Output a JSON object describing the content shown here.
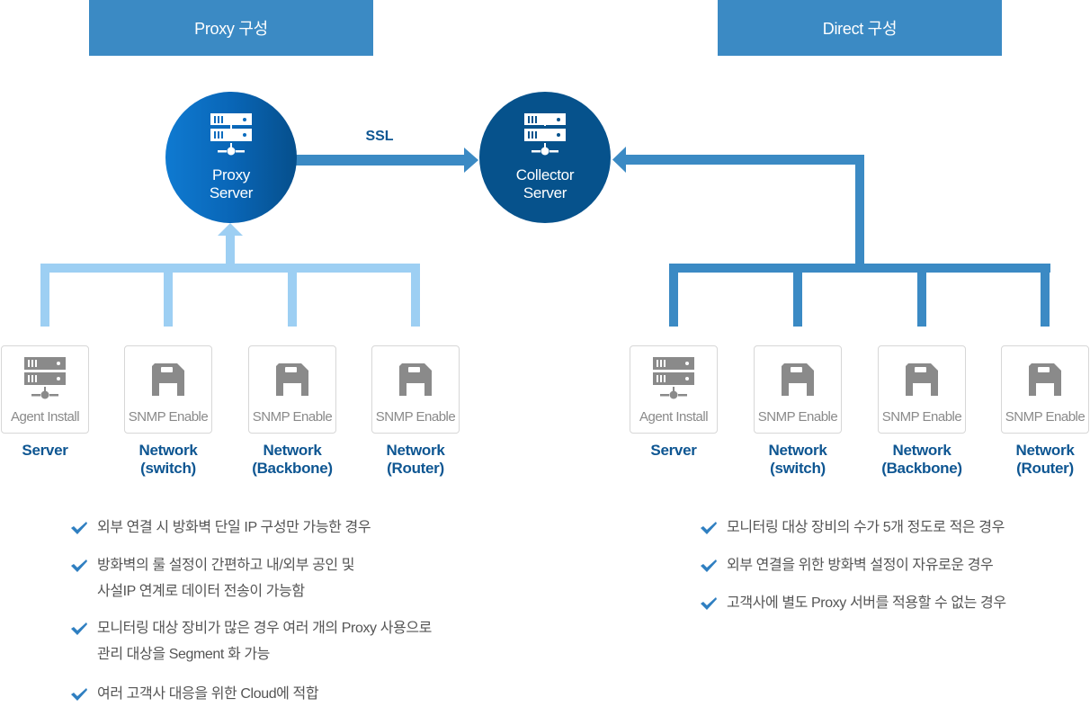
{
  "headers": {
    "proxy": "Proxy 구성",
    "direct": "Direct 구성"
  },
  "colors": {
    "header_bg": "#3b8ac4",
    "light_line": "#9dcff3",
    "dark_line": "#3b8ac4",
    "collector_bg": "#06528c",
    "label_blue": "#0e5692",
    "icon_gray": "#8a8a8a",
    "check_blue": "#2f7fc1"
  },
  "nodes": {
    "proxy_server": {
      "line1": "Proxy",
      "line2": "Server",
      "icon": "server-icon"
    },
    "collector_server": {
      "line1": "Collector",
      "line2": "Server",
      "icon": "server-icon"
    },
    "ssl_label": "SSL"
  },
  "proxy_devices": [
    {
      "caption": "Agent Install",
      "icon": "server-icon",
      "name1": "Server",
      "name2": ""
    },
    {
      "caption": "SNMP Enable",
      "icon": "floppy-icon",
      "name1": "Network",
      "name2": "(switch)"
    },
    {
      "caption": "SNMP Enable",
      "icon": "floppy-icon",
      "name1": "Network",
      "name2": "(Backbone)"
    },
    {
      "caption": "SNMP Enable",
      "icon": "floppy-icon",
      "name1": "Network",
      "name2": "(Router)"
    }
  ],
  "direct_devices": [
    {
      "caption": "Agent Install",
      "icon": "server-icon",
      "name1": "Server",
      "name2": ""
    },
    {
      "caption": "SNMP Enable",
      "icon": "floppy-icon",
      "name1": "Network",
      "name2": "(switch)"
    },
    {
      "caption": "SNMP Enable",
      "icon": "floppy-icon",
      "name1": "Network",
      "name2": "(Backbone)"
    },
    {
      "caption": "SNMP Enable",
      "icon": "floppy-icon",
      "name1": "Network",
      "name2": "(Router)"
    }
  ],
  "proxy_bullets": [
    "외부 연결 시 방화벽 단일 IP 구성만 가능한 경우",
    "방화벽의 룰 설정이 간편하고 내/외부 공인 및\n사설IP 연계로 데이터 전송이 가능함",
    "모니터링 대상 장비가 많은 경우 여러 개의 Proxy 사용으로\n관리 대상을 Segment 화 가능",
    "여러 고객사 대응을 위한 Cloud에 적합"
  ],
  "direct_bullets": [
    "모니터링 대상 장비의 수가 5개 정도로 적은 경우",
    "외부 연결을 위한 방화벽 설정이 자유로운 경우",
    "고객사에 별도 Proxy 서버를 적용할 수 없는 경우"
  ]
}
